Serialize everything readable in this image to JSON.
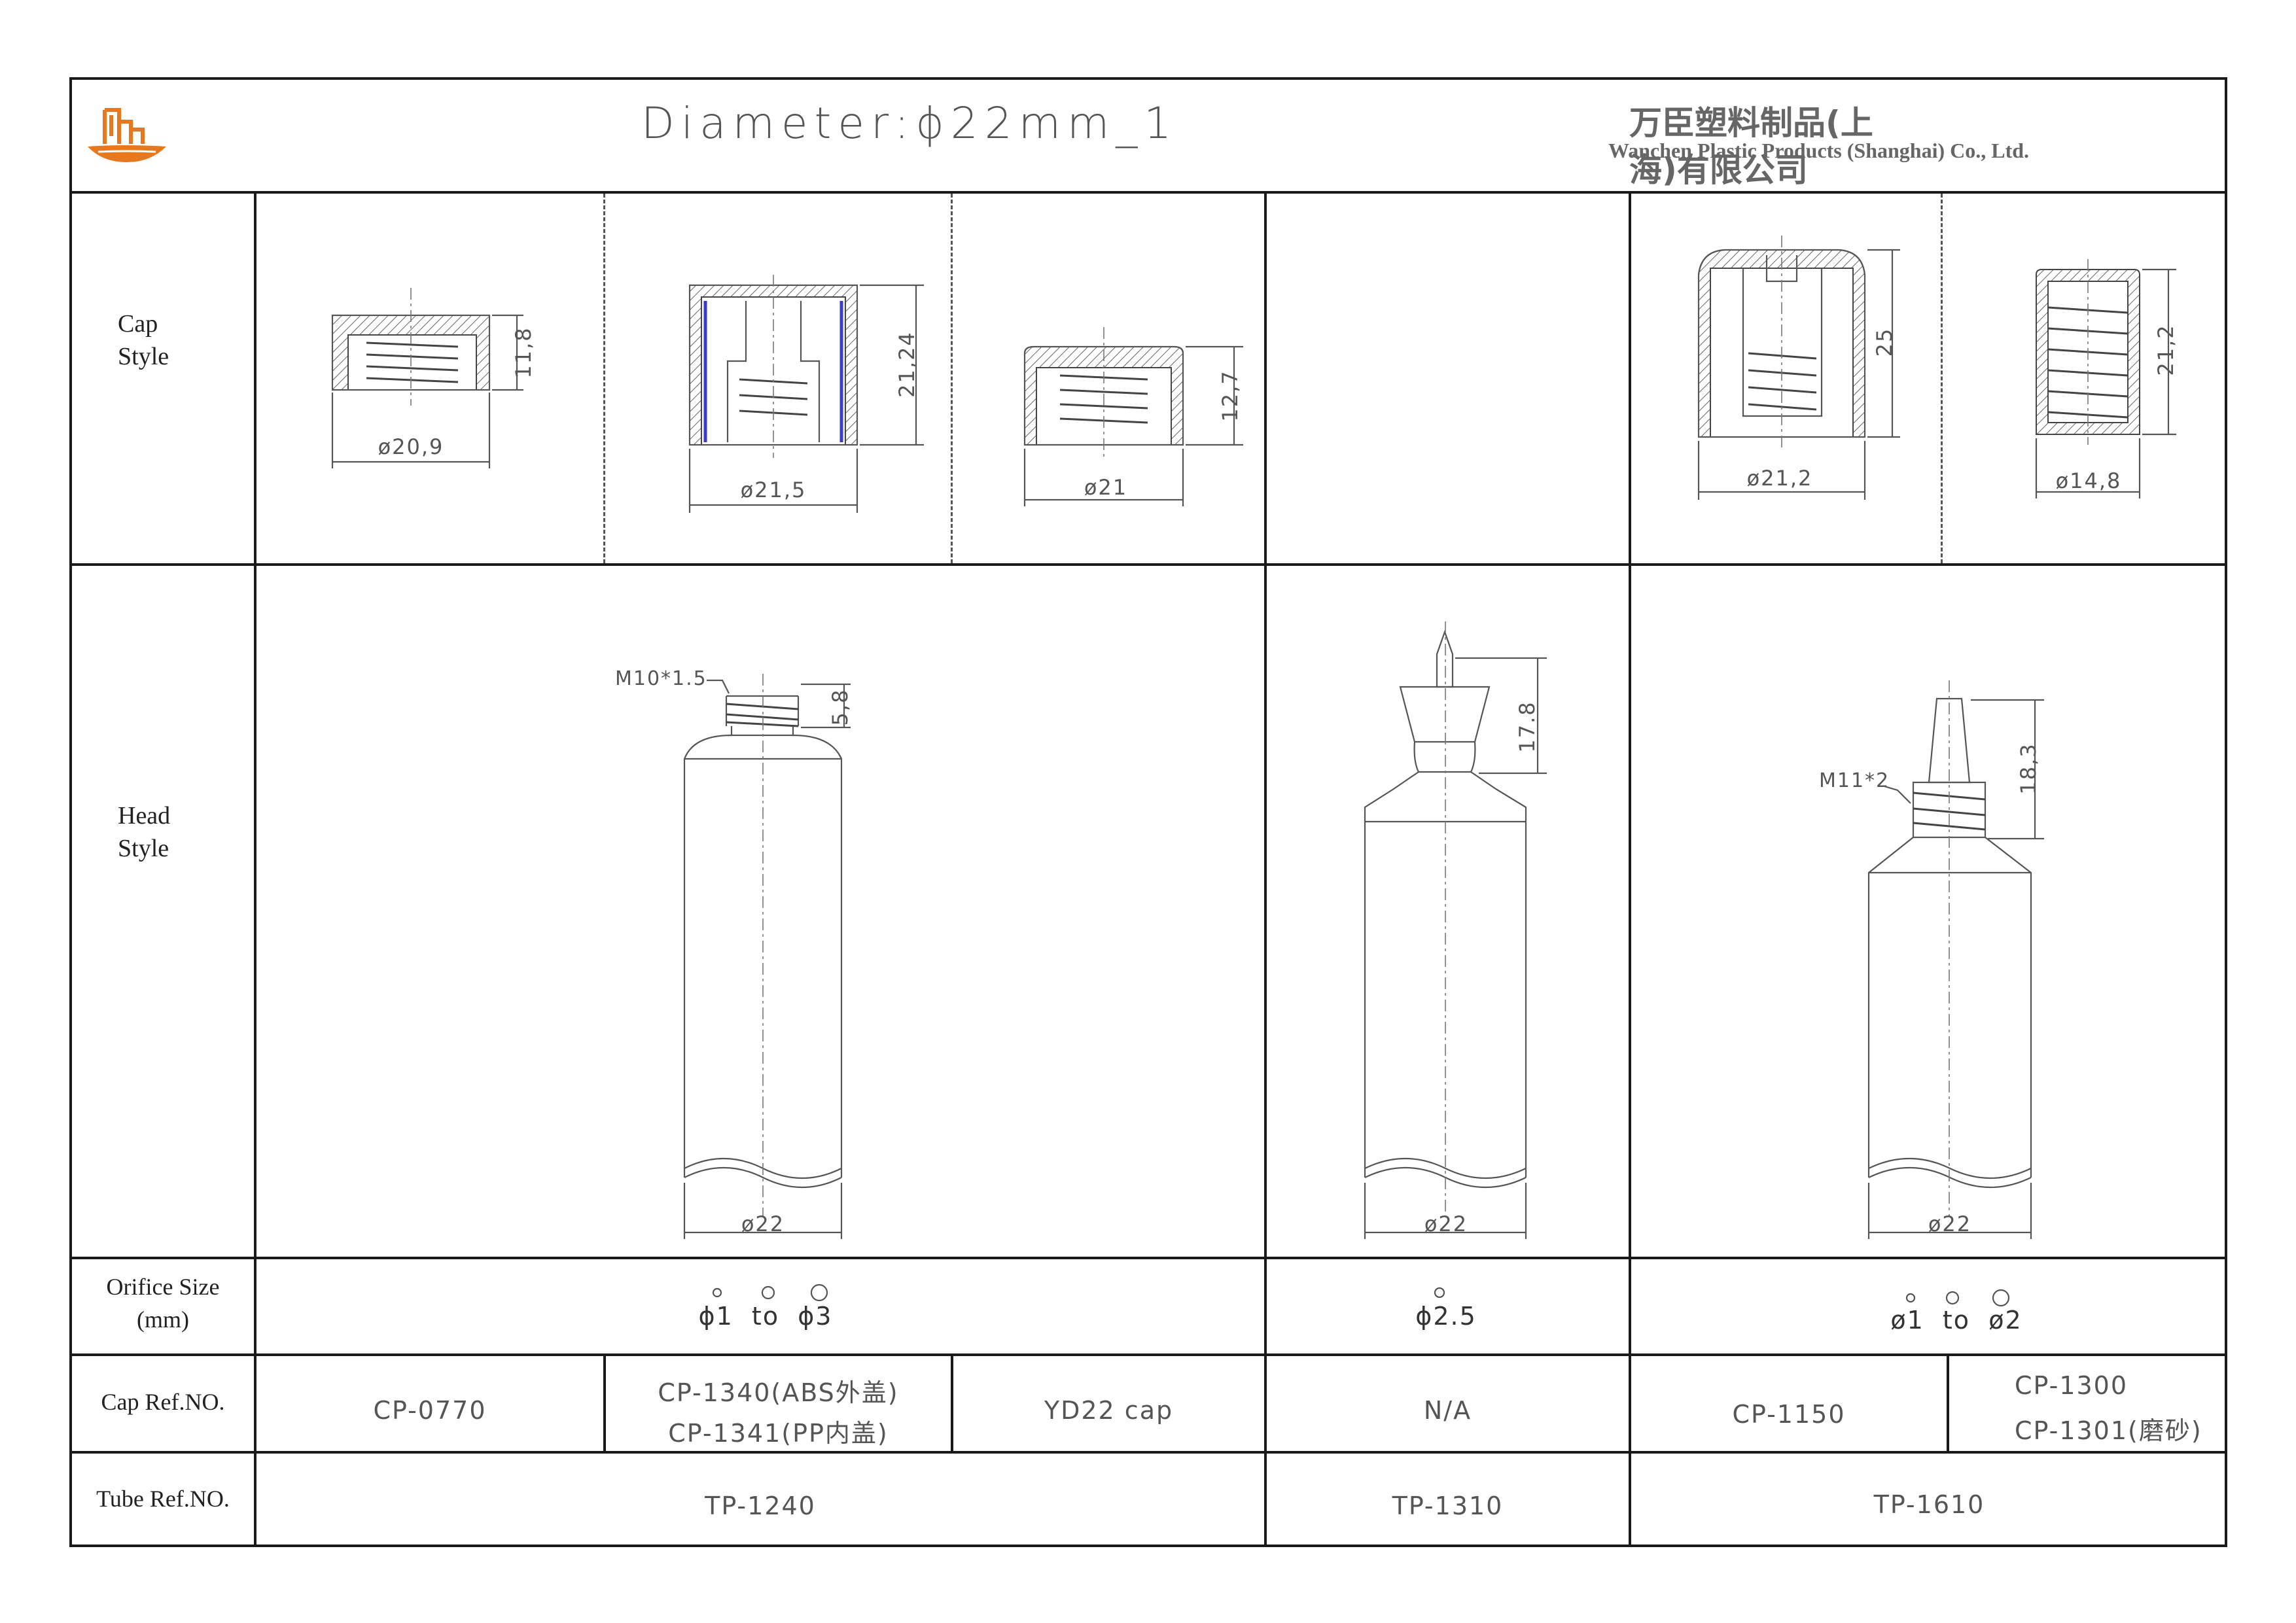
{
  "header": {
    "title": "Diameter:ϕ22mm_1",
    "company_cn": "万臣塑料制品(上海)有限公司",
    "company_en": "Wanchen Plastic Products (Shanghai) Co., Ltd."
  },
  "row_labels": {
    "cap_style": "Cap\nStyle",
    "head_style": "Head\nStyle",
    "orifice_size": "Orifice Size\n(mm)",
    "cap_ref": "Cap Ref.NO.",
    "tube_ref": "Tube Ref.NO."
  },
  "cap_dims": {
    "c1_d": "ø20,9",
    "c1_h": "11,8",
    "c2_d": "ø21,5",
    "c2_h": "21,24",
    "c3_d": "ø21",
    "c3_h": "12,7",
    "c4_d": "ø21,2",
    "c4_h": "25",
    "c5_d": "ø14,8",
    "c5_h": "21,2"
  },
  "head_dims": {
    "h1_thread": "M10*1.5",
    "h1_h": "5,8",
    "h1_d": "ø22",
    "h2_h": "17.8",
    "h2_d": "ø22",
    "h3_thread": "M11*2",
    "h3_h": "18,3",
    "h3_d": "ø22"
  },
  "orifice": {
    "g1": "ϕ1  to  ϕ3",
    "g2": "ϕ2.5",
    "g3": "ø1  to  ø2"
  },
  "cap_ref": {
    "c1": "CP-0770",
    "c2a": "CP-1340(ABS外盖)",
    "c2b": "CP-1341(PP内盖)",
    "c3": "YD22 cap",
    "c4": "N/A",
    "c5": "CP-1150",
    "c6a": "CP-1300",
    "c6b": "CP-1301(磨砂)"
  },
  "tube_ref": {
    "t1": "TP-1240",
    "t2": "TP-1310",
    "t3": "TP-1610"
  },
  "colors": {
    "logo_orange": "#e8781e",
    "line": "#1a1a1a",
    "liner_blue": "#3a3acc"
  }
}
